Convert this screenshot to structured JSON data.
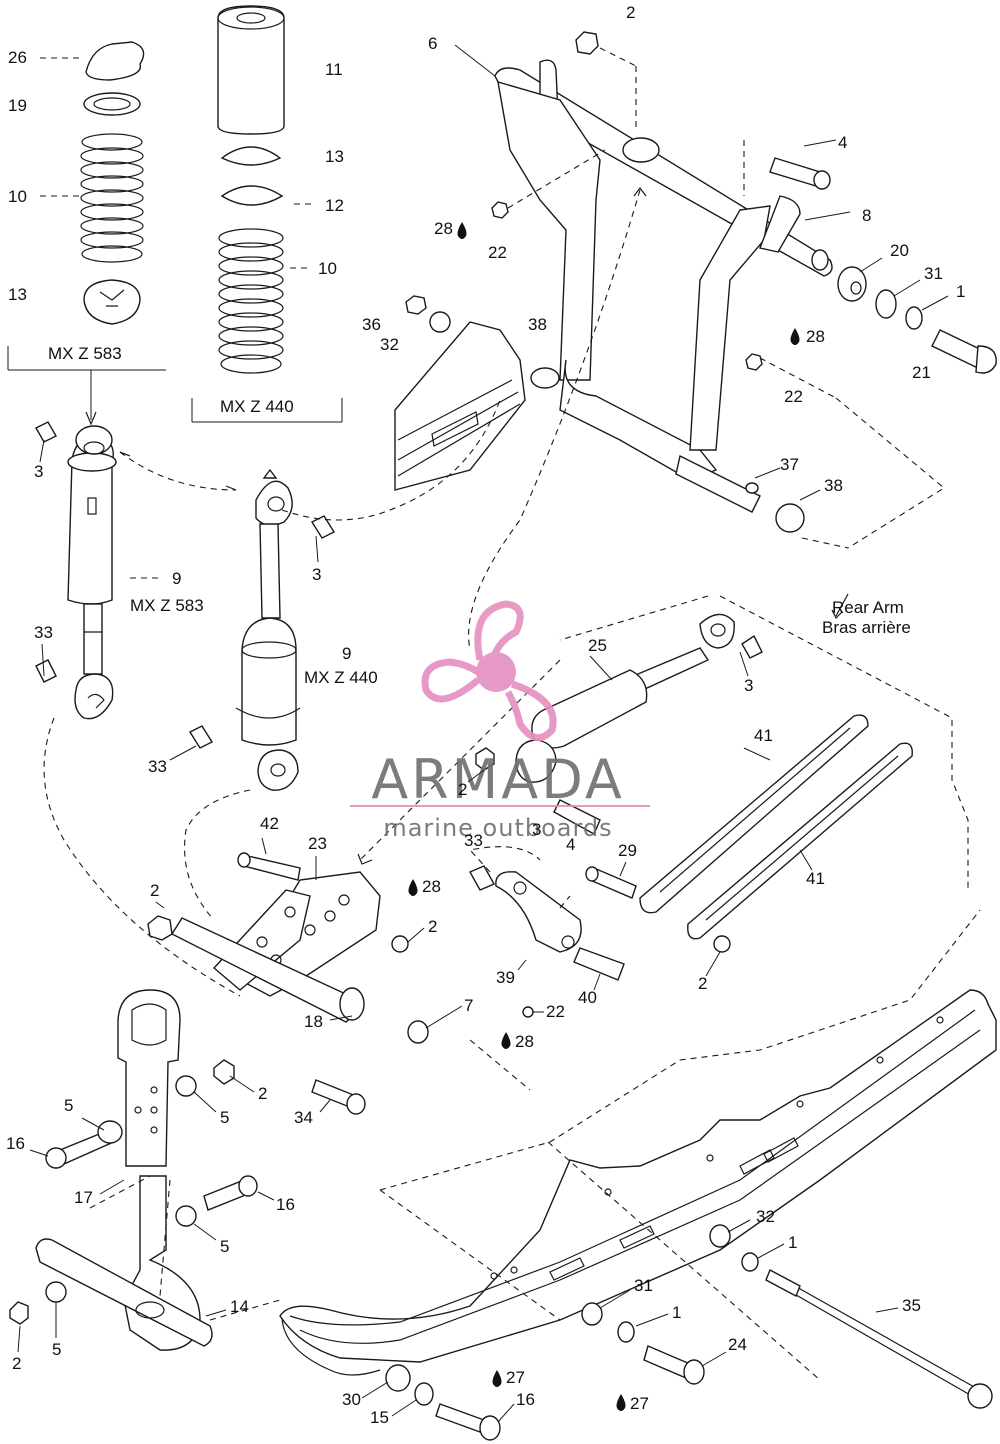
{
  "labels": {
    "n1": "1",
    "n2": "2",
    "n3": "3",
    "n4": "4",
    "n5": "5",
    "n6": "6",
    "n7": "7",
    "n8": "8",
    "n9": "9",
    "n10": "10",
    "n11": "11",
    "n12": "12",
    "n13": "13",
    "n14": "14",
    "n15": "15",
    "n16": "16",
    "n17": "17",
    "n18": "18",
    "n19": "19",
    "n20": "20",
    "n21": "21",
    "n22": "22",
    "n23": "23",
    "n24": "24",
    "n25": "25",
    "n26": "26",
    "n27": "27",
    "n28": "28",
    "n29": "29",
    "n30": "30",
    "n31": "31",
    "n32": "32",
    "n33": "33",
    "n34": "34",
    "n35": "35",
    "n36": "36",
    "n37": "37",
    "n38": "38",
    "n39": "39",
    "n40": "40",
    "n41": "41",
    "n42": "42"
  },
  "models": {
    "mxz583": "MX Z 583",
    "mxz440": "MX Z 440"
  },
  "rear_arm": {
    "en": "Rear Arm",
    "fr": "Bras arrière"
  },
  "watermark": {
    "brand": "ARMADA",
    "tagline": "marine outboards",
    "accent_color": "#e58fbf",
    "text_color": "#6e6e6e"
  },
  "icons": {
    "drop": "oil-drop-icon"
  }
}
